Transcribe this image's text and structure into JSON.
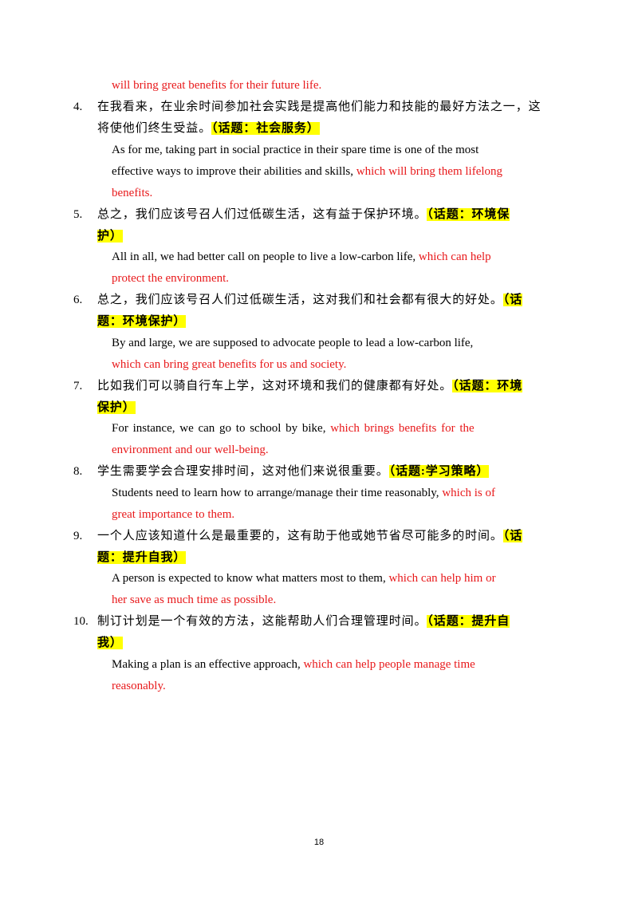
{
  "items": [
    {
      "en_tail": "will bring great  benefits  for their future  life."
    },
    {
      "number": "4.",
      "zh_line1": "在我看来，在业余时间参加社会实践是提高他们能力和技能的最好方法之一，这",
      "zh_line2": "将使他们终生受益。",
      "topic": "（话题：社会服务）",
      "en_line1": "As  for  me,  taking part in social practice in their spare time is one of the most",
      "en_line2_black": "effective ways to improve their abilities and skills, ",
      "en_line2_red": "which will  bring them lifelong",
      "en_line3_red": "benefits."
    },
    {
      "number": "5.",
      "zh_line1": "总之，我们应该号召人们过低碳生活，这有益于保护环境。",
      "topic_part1": "（话题：环境保",
      "topic_part2": "护）",
      "en_line1_black": "All in all, we had better call on people to live  a low-carbon life, ",
      "en_line1_red": "which can help",
      "en_line2_red": "protect the environment."
    },
    {
      "number": "6.",
      "zh_line1": "总之，我们应该号召人们过低碳生活，这对我们和社会都有很大的好处。",
      "topic_part1": "（话",
      "topic_part2": "题：环境保护）",
      "en_line1_black": "By and large, we are supposed to advocate people to lead a low-carbon life,",
      "en_line2_red": "which can bring great benefits for us and society."
    },
    {
      "number": "7.",
      "zh_line1": "比如我们可以骑自行车上学，这对环境和我们的健康都有好处。",
      "topic_part1": "（话题：环境",
      "topic_part2": "保护）",
      "en_line1_black": "For  instance,  we  can  go  to  school  by  bike, ",
      "en_line1_red": "which  brings  benefits  for  the",
      "en_line2_red": "environment and our well-being."
    },
    {
      "number": "8.",
      "zh_line1": "学生需要学会合理安排时间，这对他们来说很重要。",
      "topic": "（话题:学习策略）",
      "en_line1_black": "Students need to learn how to arrange/manage their time reasonably, ",
      "en_line1_red": "which is of",
      "en_line2_red": "great importance to them."
    },
    {
      "number": "9.",
      "zh_line1": "一个人应该知道什么是最重要的，这有助于他或她节省尽可能多的时间。",
      "topic_part1": "（话",
      "topic_part2": "题：提升自我）",
      "en_line1_black": "A person is expected to know what matters most to them, ",
      "en_line1_red": "which can help him or",
      "en_line2_red": "her save as much time as possible."
    },
    {
      "number": "10.",
      "zh_line1": "制订计划是一个有效的方法，这能帮助人们合理管理时间。",
      "topic_part1": "（话题：提升自",
      "topic_part2": "我）",
      "en_line1_black": "Making a plan is an effective approach, ",
      "en_line1_red": "which can help people manage time",
      "en_line2_red": "reasonably."
    }
  ],
  "page_number": "18",
  "colors": {
    "red": "#e8191b",
    "highlight": "#ffff00"
  }
}
